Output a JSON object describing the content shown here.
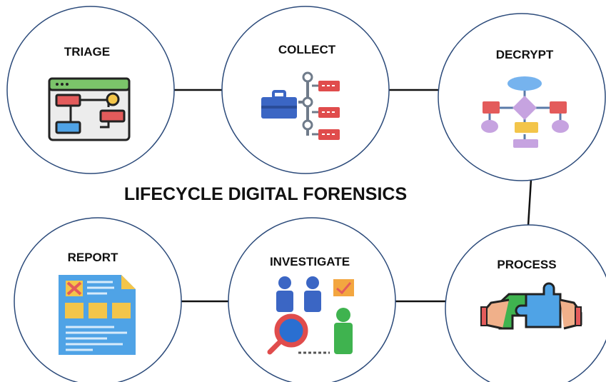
{
  "title": "LIFECYCLE DIGITAL FORENSICS",
  "stages": [
    {
      "id": "triage",
      "label": "TRIAGE",
      "icon": "flowchart-window-icon"
    },
    {
      "id": "collect",
      "label": "COLLECT",
      "icon": "briefcase-tree-icon"
    },
    {
      "id": "decrypt",
      "label": "DECRYPT",
      "icon": "decision-flowchart-icon"
    },
    {
      "id": "report",
      "label": "REPORT",
      "icon": "document-report-icon"
    },
    {
      "id": "investigate",
      "label": "INVESTIGATE",
      "icon": "people-magnifier-icon"
    },
    {
      "id": "process",
      "label": "PROCESS",
      "icon": "puzzle-hands-icon"
    }
  ],
  "colors": {
    "circle_stroke": "#2b4a7a",
    "connector": "#111111",
    "text": "#111111",
    "red": "#e35b5b",
    "blue": "#4fa3e6",
    "yellow": "#f3c54a",
    "purple": "#c6a3e0",
    "green": "#3fb34f",
    "navy": "#3b66c4"
  }
}
